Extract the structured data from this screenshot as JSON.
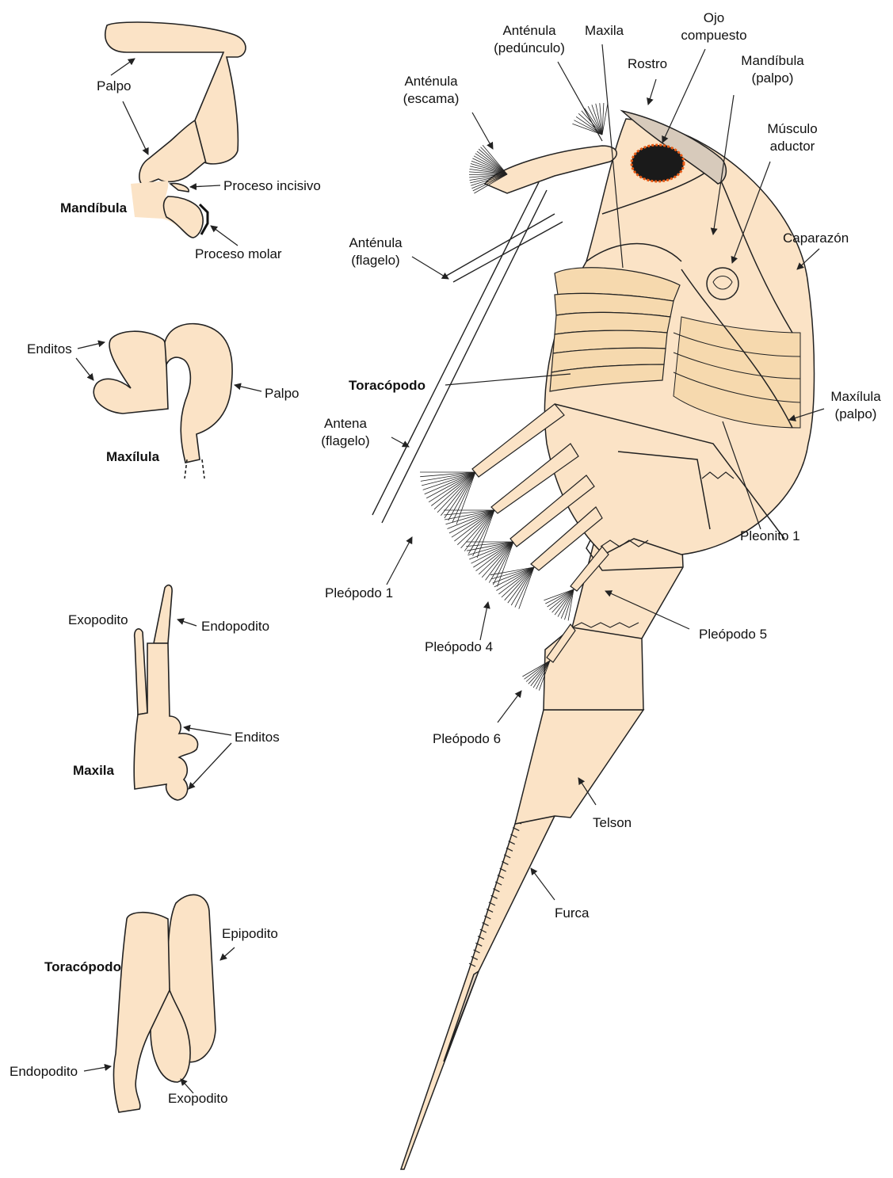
{
  "colors": {
    "fill": "#fbe3c6",
    "fill_dark": "#f6d9ae",
    "stroke": "#222222",
    "rostrum": "#d7cabb",
    "eye": "#e85a14",
    "eye_core": "#1a1a1a"
  },
  "inset_labels": {
    "mandibula": {
      "title": "Mandíbula",
      "palpo": "Palpo",
      "proceso_incisivo": "Proceso incisivo",
      "proceso_molar": "Proceso molar"
    },
    "maxilula": {
      "title": "Maxílula",
      "enditos": "Enditos",
      "palpo": "Palpo"
    },
    "maxila": {
      "title": "Maxila",
      "exopodito": "Exopodito",
      "endopodito": "Endopodito",
      "enditos": "Enditos"
    },
    "toracopodo": {
      "title": "Toracópodo",
      "epipodito": "Epipodito",
      "endopodito": "Endopodito",
      "exopodito": "Exopodito"
    }
  },
  "body_labels": {
    "antenula_pedunculo": [
      "Anténula",
      "(pedúnculo)"
    ],
    "maxila": "Maxila",
    "ojo_compuesto": [
      "Ojo",
      "compuesto"
    ],
    "rostro": "Rostro",
    "mandibula_palpo": [
      "Mandíbula",
      "(palpo)"
    ],
    "antenula_escama": [
      "Anténula",
      "(escama)"
    ],
    "musculo_aductor": [
      "Músculo",
      "aductor"
    ],
    "caparazon": "Caparazón",
    "antenula_flagelo": [
      "Anténula",
      "(flagelo)"
    ],
    "toracopodo": "Toracópodo",
    "maxilula_palpo": [
      "Maxílula",
      "(palpo)"
    ],
    "antena_flagelo": [
      "Antena",
      "(flagelo)"
    ],
    "pleonito_1": "Pleonito 1",
    "pleopodo_1": "Pleópodo 1",
    "pleopodo_5": "Pleópodo 5",
    "pleopodo_4": "Pleópodo 4",
    "pleopodo_6": "Pleópodo 6",
    "telson": "Telson",
    "furca": "Furca"
  }
}
